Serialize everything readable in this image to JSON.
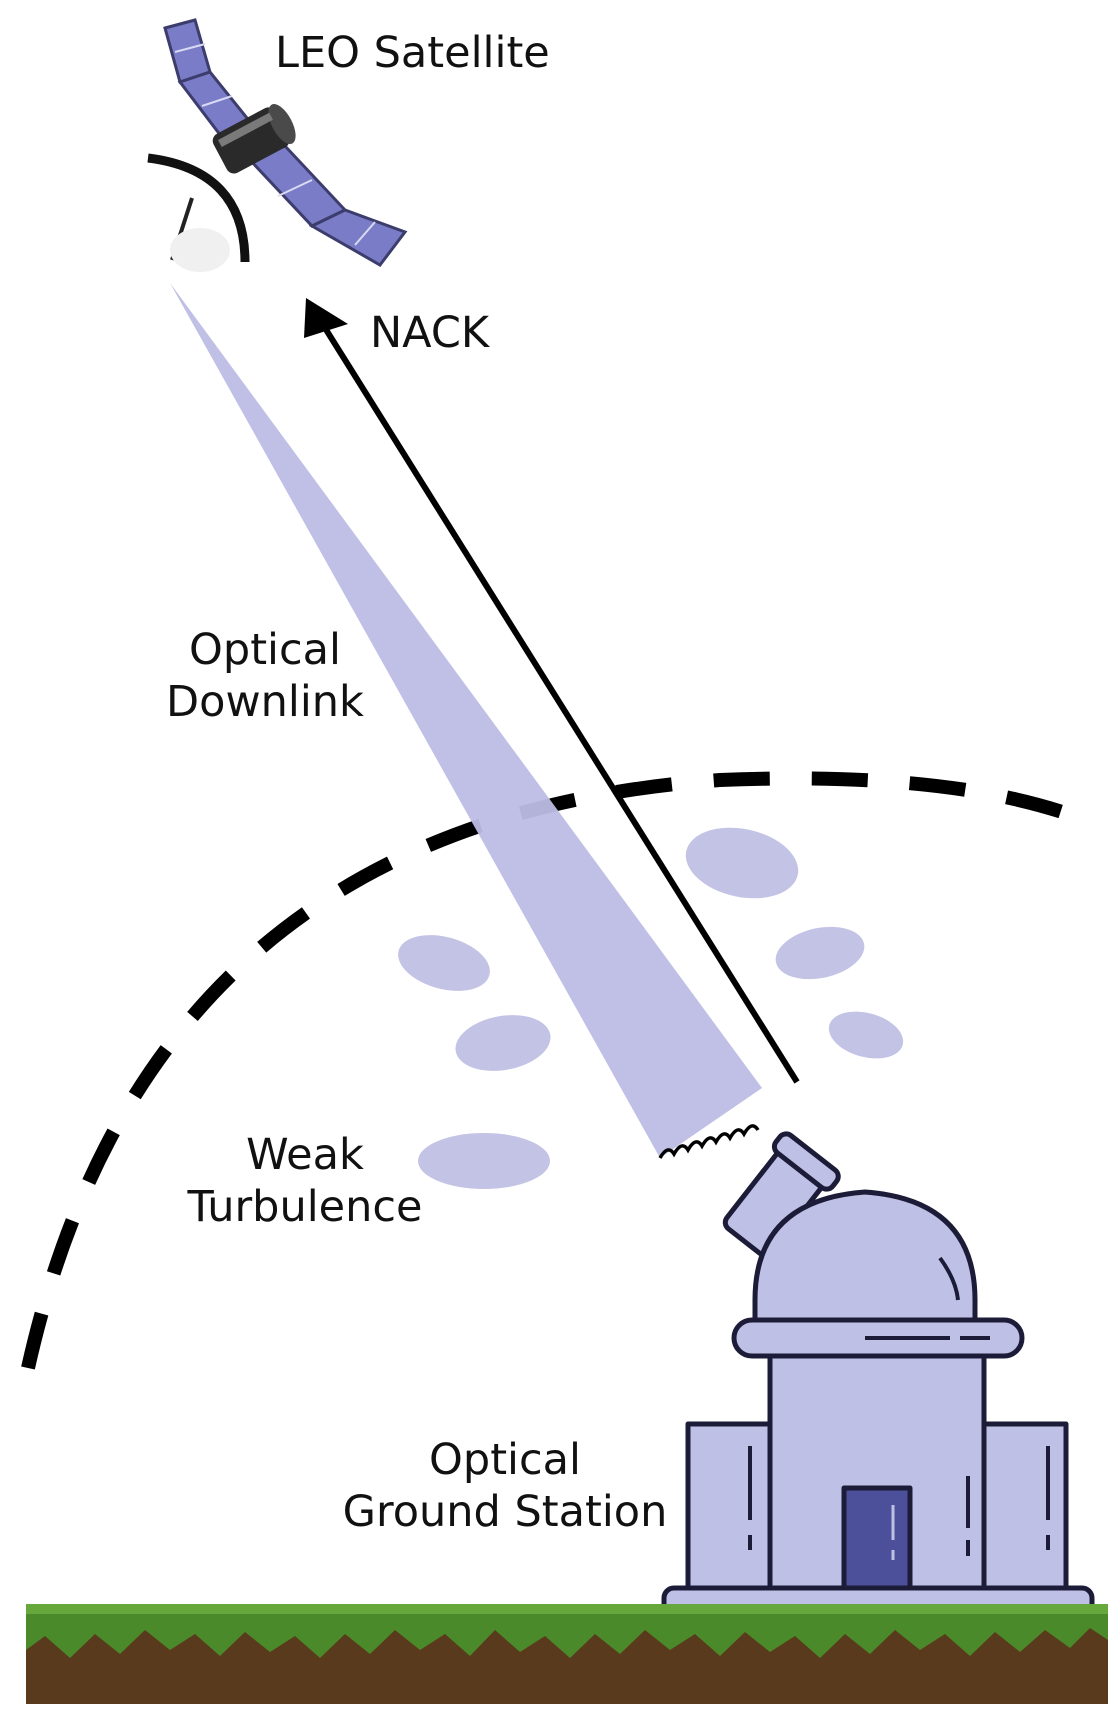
{
  "diagram": {
    "labels": {
      "satellite": "LEO Satellite",
      "nack": "NACK",
      "downlink_line1": "Optical",
      "downlink_line2": "Downlink",
      "turbulence_line1": "Weak",
      "turbulence_line2": "Turbulence",
      "station_line1": "Optical",
      "station_line2": "Ground Station"
    },
    "colors": {
      "beam": "#bdbde5",
      "turbulence_cells": "#c3c3e6",
      "observatory_fill": "#bfc0e6",
      "observatory_outline": "#1c1c38",
      "door": "#4c4f9a",
      "solar_panel": "#7a7cc8",
      "grass": "#4a8a2a",
      "soil": "#5a3a1c",
      "arrow": "#000000",
      "atmosphere_boundary": "#000000"
    },
    "icons": [
      "satellite-icon",
      "observatory-icon",
      "ground-icon"
    ]
  }
}
